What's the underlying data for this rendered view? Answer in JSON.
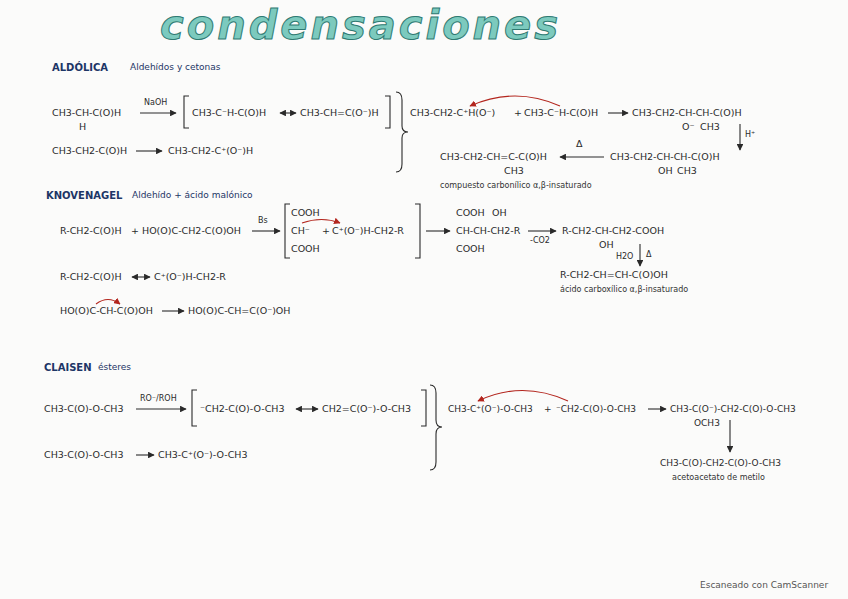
{
  "diagram": {
    "title": "condensaciones",
    "labels": [
      "ALDÓLICA",
      "Aldehídos y cetonas",
      "CH3-CH-C(O)H",
      "H",
      "NaOH",
      "CH3-C⁻H-C(O)H",
      "CH3-CH=C(O⁻)H",
      "CH3-CH2-C(O)H",
      "CH3-CH2-C⁺(O⁻)H",
      "CH3-CH2-C⁺H(O⁻)",
      "+",
      "CH3-C⁻H-C(O)H",
      "CH3-CH2-CH-CH-C(O)H",
      "O⁻",
      "CH3",
      "H⁺",
      "CH3-CH2-CH=C-C(O)H",
      "CH3",
      "Δ",
      "CH3-CH2-CH-CH-C(O)H",
      "OH",
      "CH3",
      "compuesto carbonílico α,β-insaturado",
      "KNOVENAGEL",
      "Aldehído + ácido malónico",
      "R-CH2-C(O)H",
      "+",
      "HO(O)C-CH2-C(O)OH",
      "Bs",
      "COOH",
      "CH⁻",
      "COOH",
      "+",
      "C⁺(O⁻)H-CH2-R",
      "COOH",
      "OH",
      "CH-CH-CH2-R",
      "COOH",
      "-CO2",
      "R-CH2-CH-CH2-COOH",
      "OH",
      "H2O",
      "Δ",
      "R-CH2-CH=CH-C(O)OH",
      "ácido carboxílico α,β-insaturado",
      "R-CH2-C(O)H",
      "C⁺(O⁻)H-CH2-R",
      "HO(O)C-CH-C(O)OH",
      "HO(O)C-CH=C(O⁻)OH",
      "CLAISEN",
      "ésteres",
      "CH3-C(O)-O-CH3",
      "RO⁻/ROH",
      "⁻CH2-C(O)-O-CH3",
      "CH2=C(O⁻)-O-CH3",
      "CH3-C(O)-O-CH3",
      "CH3-C⁺(O⁻)-O-CH3",
      "CH3-C⁺(O⁻)-O-CH3",
      "+",
      "⁻CH2-C(O)-O-CH3",
      "CH3-C(O⁻)-CH2-C(O)-O-CH3",
      "OCH3",
      "CH3-C(O)-CH2-C(O)-O-CH3",
      "acetoacetato de metilo",
      "Escaneado con CamScanner"
    ]
  }
}
